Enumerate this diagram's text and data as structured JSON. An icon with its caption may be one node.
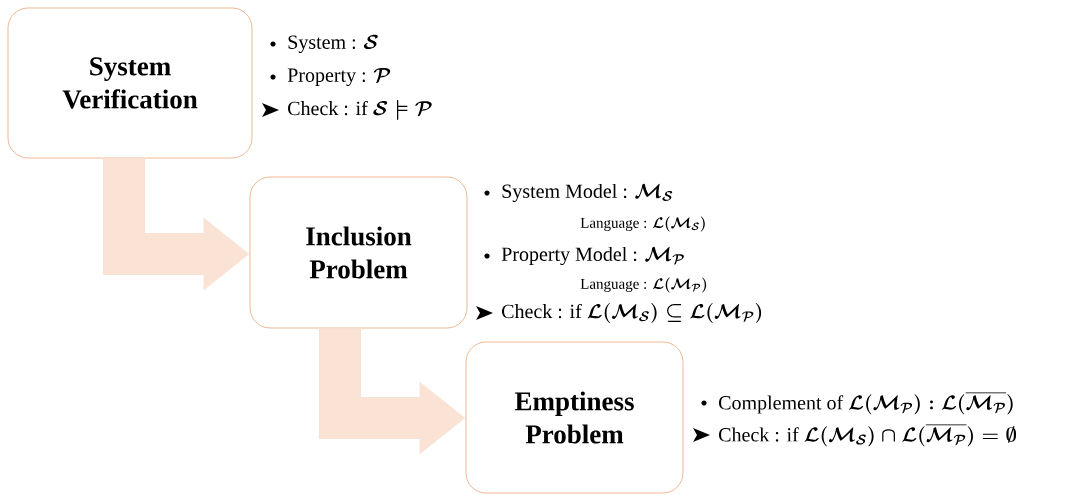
{
  "diagram": {
    "nodes": [
      {
        "text": [
          "System Verification"
        ],
        "beside": [
          "\\text{System : }\\boldsymbol{\\mathcal{S}}",
          "\\text{Property : }\\boldsymbol{\\mathcal{P}}",
          "\\text{Check : if }\\boldsymbol{\\mathcal{S}\\models\\mathcal{P}}"
        ]
      },
      {
        "text": [
          "Inclusion Problem"
        ],
        "beside": [
          "\\text{System Model : }\\boldsymbol{\\mathcal{M}_{\\mathcal{S}}}",
          "\\text{Language : }\\boldsymbol{\\mathcal{L}(\\mathcal{M}_{\\mathcal{S}})}",
          "\\text{Property Model : }\\boldsymbol{\\mathcal{M}_{\\mathcal{P}}}",
          "\\text{Language : }\\boldsymbol{\\mathcal{L}(\\mathcal{M}_{\\mathcal{P}})}",
          "\\text{Check : if }\\boldsymbol{\\mathcal{L}(\\mathcal{M}_{\\mathcal{S}})\\subseteq\\mathcal{L}(\\mathcal{M}_{\\mathcal{P}})}"
        ]
      },
      {
        "text": [
          "Emptiness Problem"
        ],
        "beside": [
          "\\text{Complement of }\\boldsymbol{\\mathcal{L}(\\mathcal{M}_{\\mathcal{P}}):\\mathcal{L}(\\overline{\\mathcal{M}_{\\mathcal{P}}})}",
          "\\text{Check : if }\\boldsymbol{\\mathcal{L}(\\mathcal{M}_{\\mathcal{S}})\\cap\\mathcal{L}(\\overline{\\mathcal{M}_{\\mathcal{P}}})=\\emptyset}"
        ]
      }
    ],
    "edges": [
      {
        "from": 0,
        "to": 1,
        "arrow": "to"
      },
      {
        "from": 1,
        "to": 2,
        "arrow": "to"
      }
    ]
  }
}
